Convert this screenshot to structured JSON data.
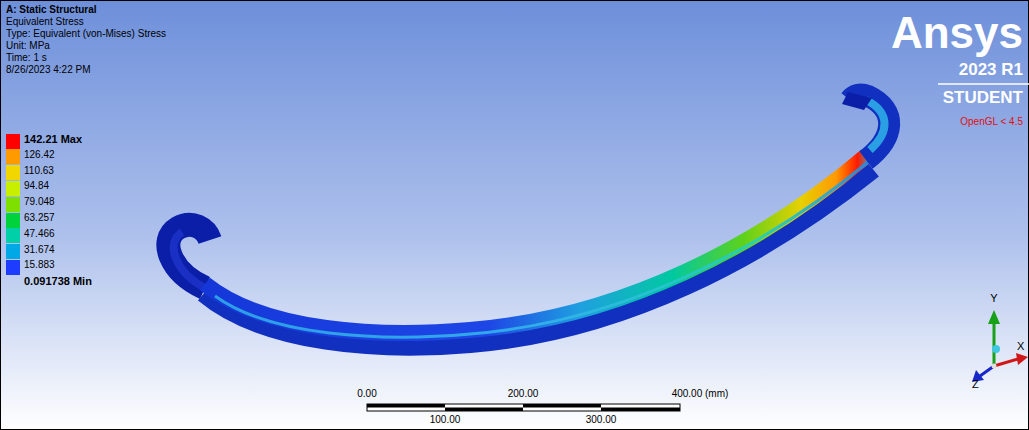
{
  "diagram": {
    "labels": [
      "A: Static Structural",
      "Equivalent Stress",
      "Type: Equivalent (von-Mises) Stress",
      "Unit: MPa",
      "Time: 1 s",
      "8/26/2023 4:22 PM",
      "Ansys",
      "2023 R1",
      "STUDENT",
      "OpenGL < 4.5",
      "0.00",
      "200.00",
      "400.00 (mm)",
      "100.00",
      "300.00",
      "Y",
      "X",
      "Z"
    ],
    "legend": [
      {
        "text": "142.21 Max",
        "color": "#ff0000"
      },
      {
        "text": "126.42",
        "color": "#ff9a00"
      },
      {
        "text": "110.63",
        "color": "#f2d600"
      },
      {
        "text": "94.84",
        "color": "#c8ee00"
      },
      {
        "text": "79.048",
        "color": "#7ee000"
      },
      {
        "text": "63.257",
        "color": "#00d23c"
      },
      {
        "text": "47.466",
        "color": "#00d0a8"
      },
      {
        "text": "31.674",
        "color": "#00a8e6"
      },
      {
        "text": "15.883",
        "color": "#1e3cff"
      },
      {
        "text": "0.091738 Min"
      }
    ]
  }
}
